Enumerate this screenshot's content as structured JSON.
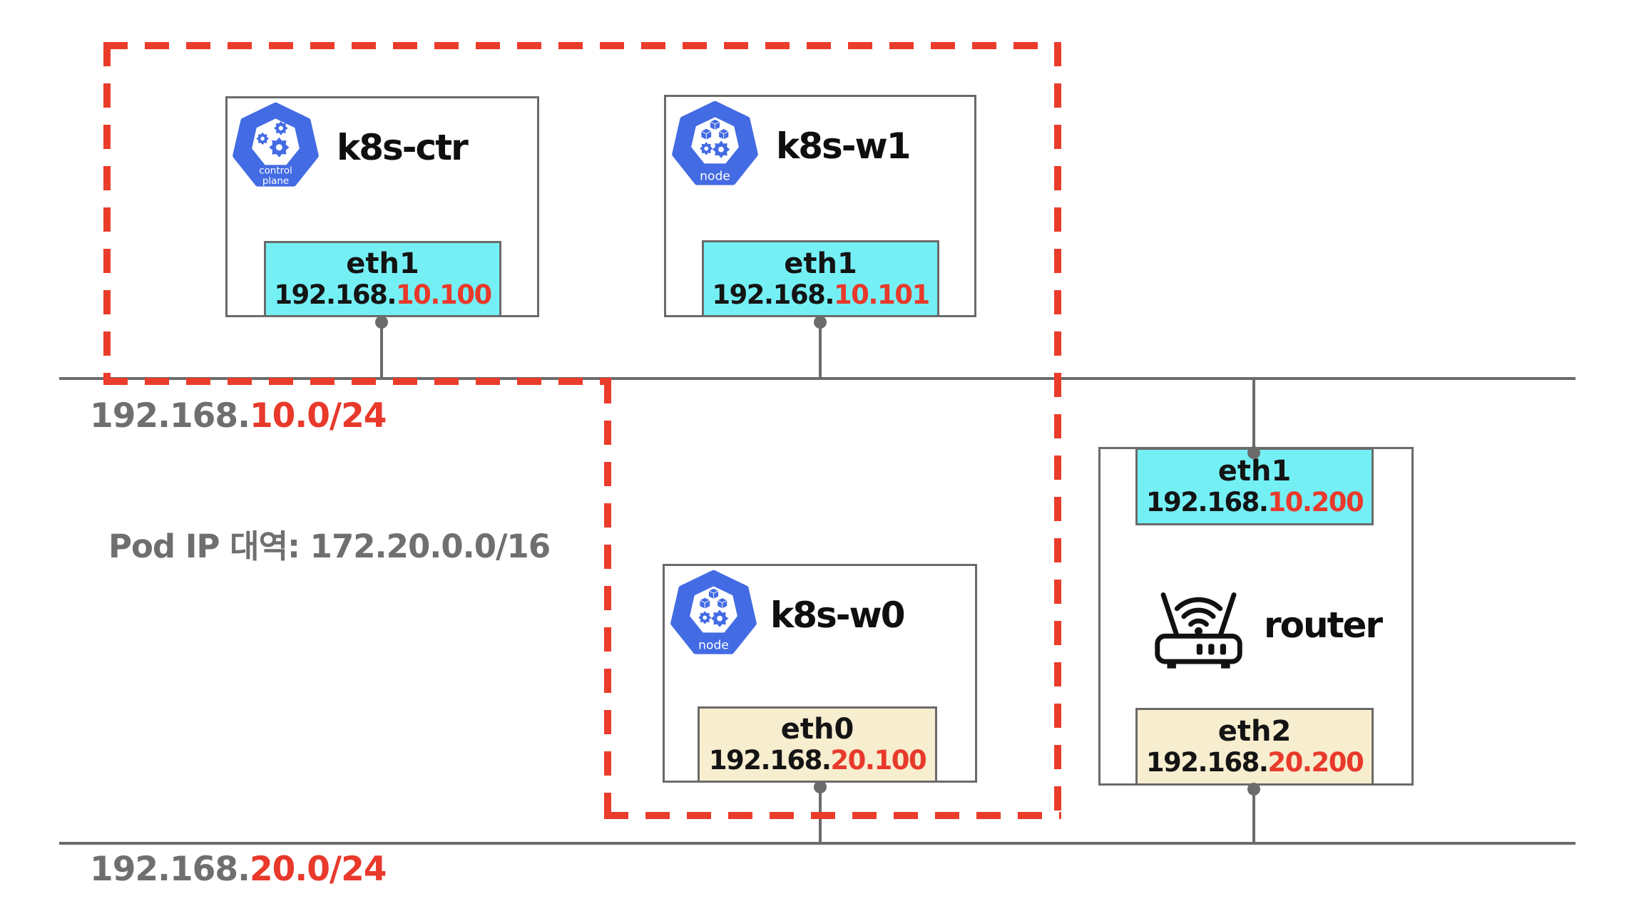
{
  "networks": {
    "net10": {
      "prefix": "192.168.",
      "suffix": "10.0/24"
    },
    "net20": {
      "prefix": "192.168.",
      "suffix": "20.0/24"
    }
  },
  "annotations": {
    "pod_ip": "Pod IP 대역: 172.20.0.0/16"
  },
  "nodes": {
    "ctr": {
      "title": "k8s-ctr",
      "eth": {
        "name": "eth1",
        "ip_prefix": "192.168.",
        "ip_suffix": "10.100"
      }
    },
    "w1": {
      "title": "k8s-w1",
      "eth": {
        "name": "eth1",
        "ip_prefix": "192.168.",
        "ip_suffix": "10.101"
      }
    },
    "w0": {
      "title": "k8s-w0",
      "eth": {
        "name": "eth0",
        "ip_prefix": "192.168.",
        "ip_suffix": "20.100"
      }
    },
    "router": {
      "title": "router",
      "eth1": {
        "name": "eth1",
        "ip_prefix": "192.168.",
        "ip_suffix": "10.200"
      },
      "eth2": {
        "name": "eth2",
        "ip_prefix": "192.168.",
        "ip_suffix": "20.200"
      }
    }
  },
  "icons": {
    "control_plane": {
      "line1": "control",
      "line2": "plane"
    },
    "node": {
      "label": "node"
    }
  },
  "colors": {
    "boundary_red": "#ea3c2b",
    "highlight_red": "#e8392b",
    "line_gray": "#6b6b6b",
    "label_gray": "#6f6f6f",
    "interface_cyan": "#74f0f5",
    "interface_tan": "#f7edcf",
    "k8s_blue": "#436be3"
  }
}
